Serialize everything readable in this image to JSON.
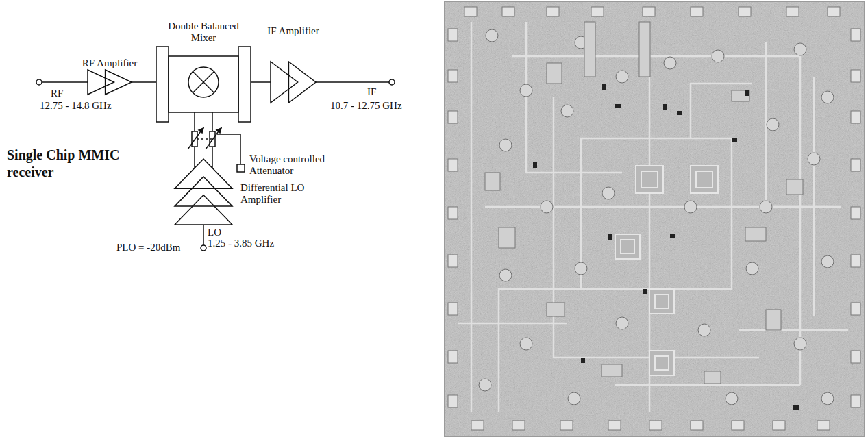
{
  "diagram": {
    "title": "Single Chip MMIC receiver",
    "nodes": [
      {
        "text": [
          "RF Amplifier"
        ]
      },
      {
        "text": [
          "Double Balanced Mixer"
        ]
      },
      {
        "text": [
          "IF Amplifier"
        ]
      },
      {
        "text": [
          "Differential LO Amplifier"
        ]
      },
      {
        "text": [
          "Voltage controlled Attenuator"
        ]
      }
    ],
    "edges": [
      {
        "from": 0,
        "to": 1,
        "arrow": "none"
      },
      {
        "from": 1,
        "to": 2,
        "arrow": "none"
      },
      {
        "from": 3,
        "to": 1,
        "arrow": "none"
      },
      {
        "from": 3,
        "to": 1,
        "arrow": "none"
      }
    ],
    "labels": [
      "RF",
      "12.75 - 14.8 GHz",
      "IF",
      "10.7 - 12.75 GHz",
      "LO",
      "1.25 - 3.85 GHz",
      "PLO = -20dBm"
    ]
  }
}
